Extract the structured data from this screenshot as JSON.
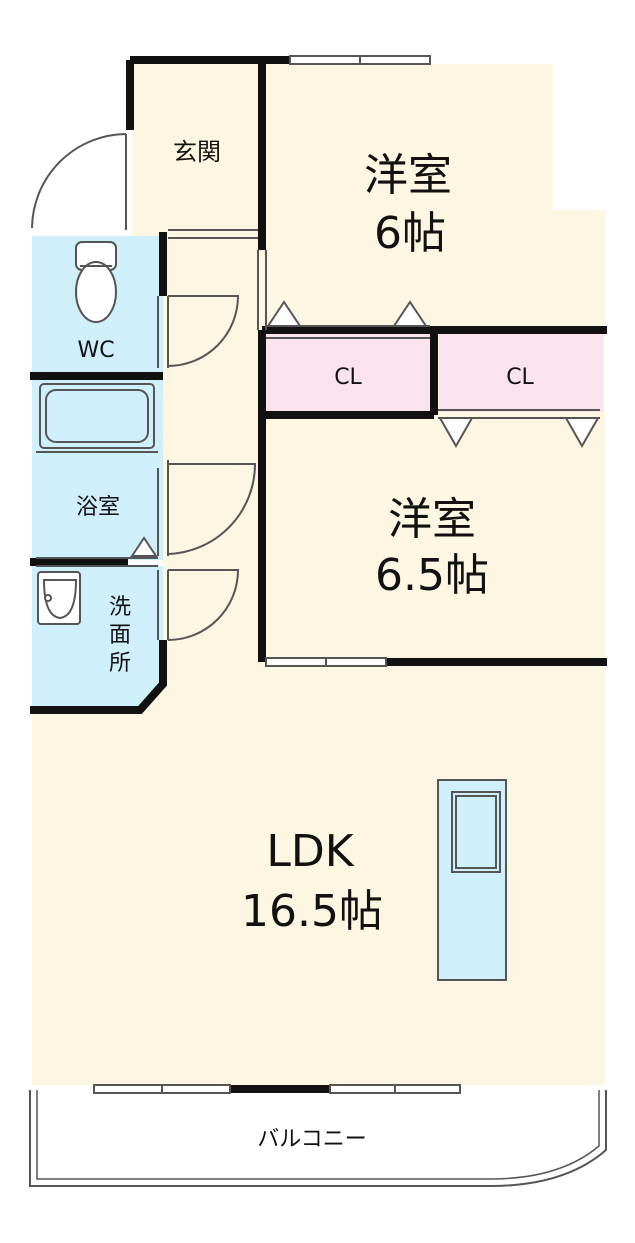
{
  "colors": {
    "floor": "#FDF6E3",
    "water": "#CFEFFA",
    "closet": "#FBE3EE",
    "wall": "#111111",
    "thin": "#555555"
  },
  "rooms": {
    "western_1": {
      "name": "洋室",
      "size": "6帖"
    },
    "western_2": {
      "name": "洋室",
      "size": "6.5帖"
    },
    "ldk": {
      "name": "LDK",
      "size": "16.5帖"
    },
    "entrance": {
      "name": "玄関"
    },
    "wc": {
      "name": "WC"
    },
    "bath": {
      "name": "浴室"
    },
    "washroom": {
      "name": "洗面所"
    },
    "closet_1": {
      "name": "CL"
    },
    "closet_2": {
      "name": "CL"
    },
    "balcony": {
      "name": "バルコニー"
    }
  }
}
